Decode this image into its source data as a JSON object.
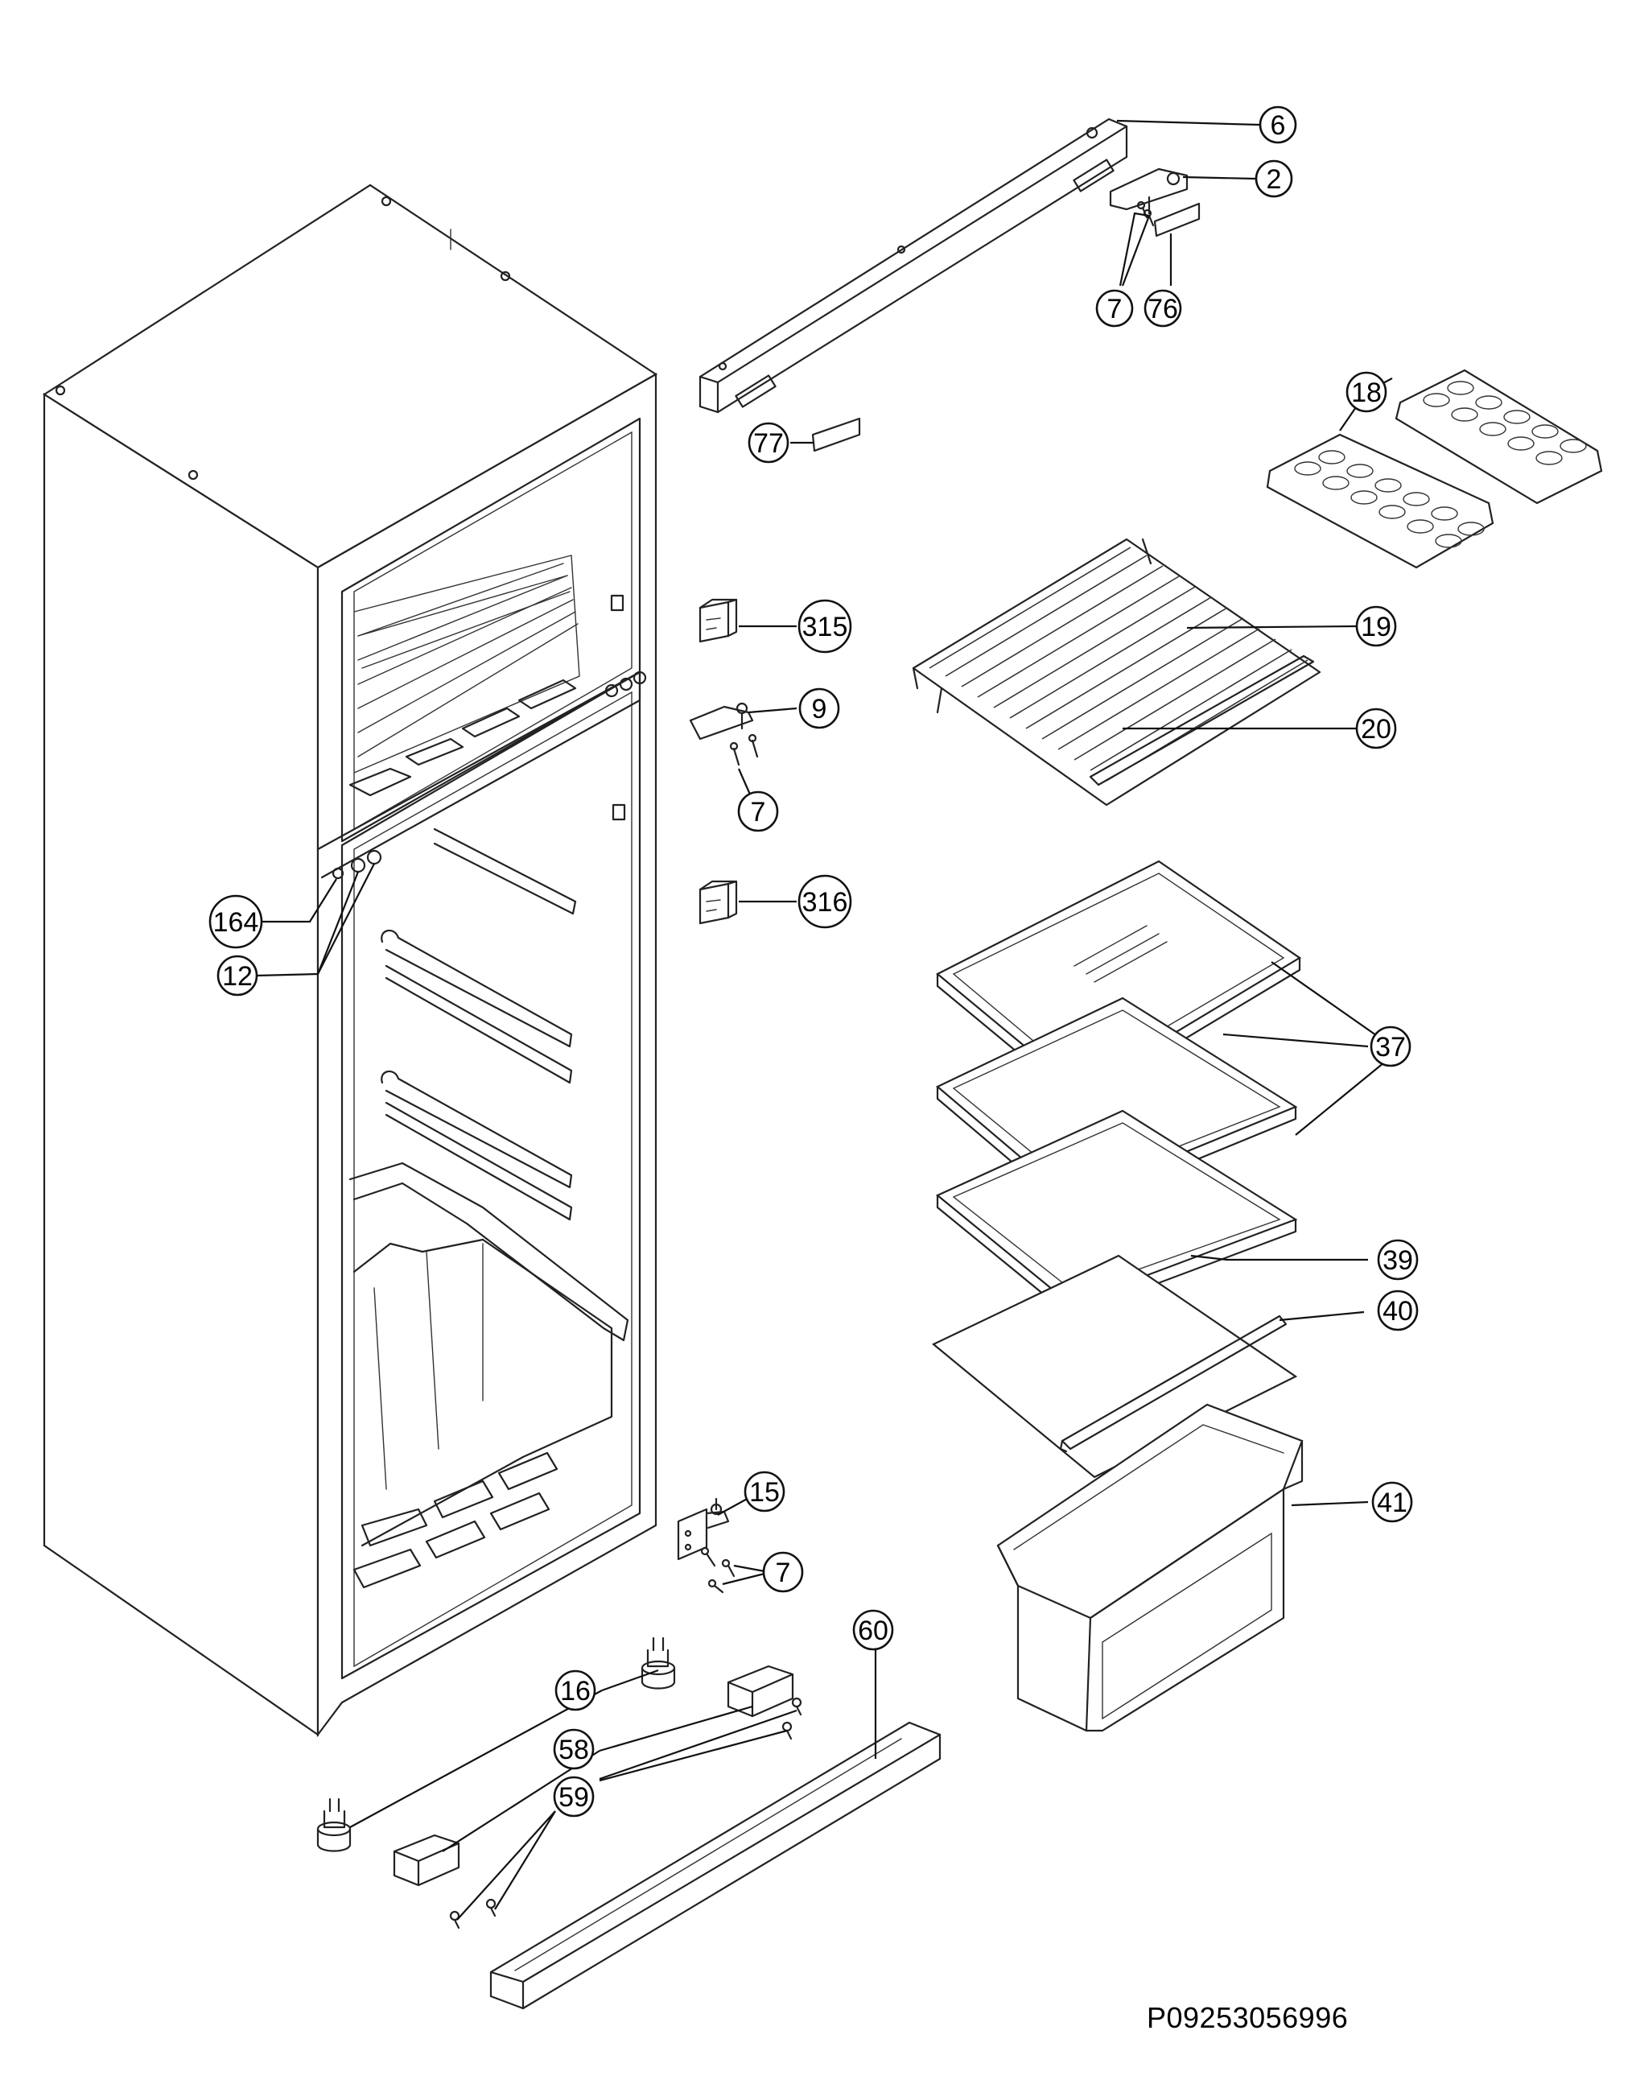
{
  "diagram": {
    "type": "exploded-parts-diagram",
    "callouts": [
      "6",
      "2",
      "7",
      "76",
      "77",
      "18",
      "315",
      "19",
      "9",
      "20",
      "316",
      "164",
      "12",
      "37",
      "39",
      "40",
      "41",
      "15",
      "60",
      "16",
      "58",
      "59"
    ],
    "drawing_code": "P09253056996"
  }
}
